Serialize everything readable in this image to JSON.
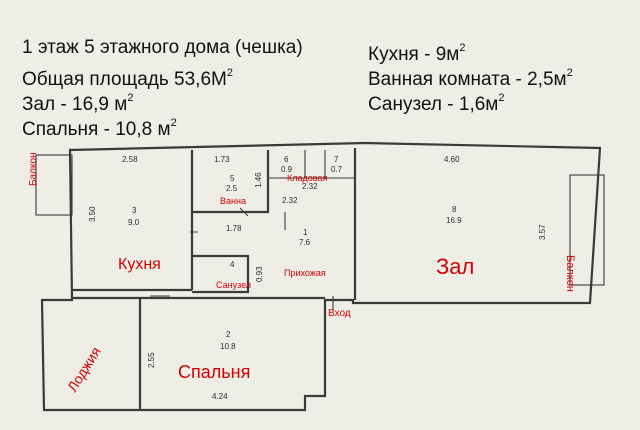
{
  "summary": {
    "line1": "1 этаж 5 этажного дома (чешка)",
    "total_prefix": "Общая площадь 53,6М",
    "total_sup": "2",
    "hall_prefix": "Зал - 16,9 м",
    "hall_sup": "2",
    "bedroom_prefix": "Спальня - 10,8 м",
    "bedroom_sup": "2",
    "kitchen_prefix": "Кухня - 9м",
    "kitchen_sup": "2",
    "bath_prefix": "Ванная комната - 2,5м",
    "bath_sup": "2",
    "wc_prefix": "Санузел - 1,6м",
    "wc_sup": "2"
  },
  "labels": {
    "kitchen": "Кухня",
    "hall": "Зал",
    "bedroom": "Спальня",
    "bathroom": "Ванна",
    "wc": "Санузел",
    "storage": "Кладовая",
    "corridor": "Прихожая",
    "entrance": "Вход",
    "balcony_left": "Балкон",
    "balcony_right": "Балкон",
    "loggia": "Лоджия"
  },
  "rooms": {
    "kitchen": {
      "num": "3",
      "area": "9.0"
    },
    "bathroom": {
      "num": "5",
      "area": "2.5"
    },
    "closet6": {
      "num": "6",
      "area": "0.9"
    },
    "closet7": {
      "num": "7",
      "area": "0.7"
    },
    "hall": {
      "num": "8",
      "area": "16.9"
    },
    "corridor": {
      "num": "1",
      "area": "7.6"
    },
    "wc": {
      "num": "4",
      "area": ""
    },
    "bedroom": {
      "num": "2",
      "area": "10.8"
    }
  },
  "dimensions": {
    "kitchen_w": "2.58",
    "kitchen_h": "3.50",
    "bath_w": "1.73",
    "bath_h": "1.46",
    "bath_bottom": "1.78",
    "closet_w": "2.32",
    "corridor_w": "2.32",
    "hall_w": "4.60",
    "hall_h": "3.57",
    "wc_h": "0.93",
    "bedroom_h": "2.55",
    "bedroom_w": "4.24"
  },
  "colors": {
    "label_red": "#d40000",
    "wall": "#3a3a3a",
    "paper": "#efeee6"
  }
}
